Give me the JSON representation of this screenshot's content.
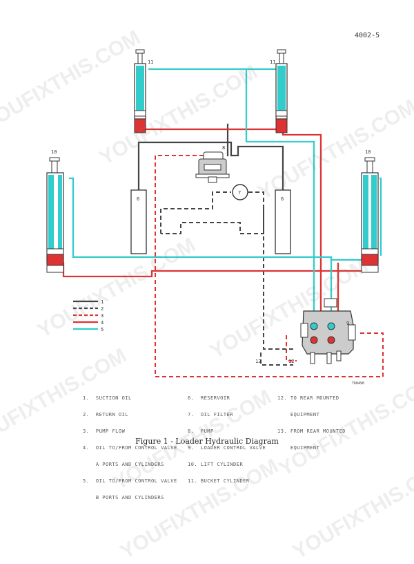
{
  "page_number": "4002-5",
  "caption": "Figure 1 - Loader Hydraulic Diagram",
  "drawing_number": "T60490",
  "colors": {
    "suction": "#444444",
    "return": "#444444",
    "pump": "#dd3333",
    "control_a": "#dd3333",
    "control_b": "#33cccc",
    "body": "#cccccc"
  },
  "legend_key": [
    "1",
    "2",
    "3",
    "4",
    "5"
  ],
  "legend_columns": [
    [
      {
        "num": "1.",
        "text": "SUCTION OIL"
      },
      {
        "num": "2.",
        "text": "RETURN OIL"
      },
      {
        "num": "3.",
        "text": "PUMP FLOW"
      },
      {
        "num": "4.",
        "text": "OIL TO/FROM CONTROL VALVE"
      },
      {
        "num": "",
        "text": "A PORTS AND CYLINDERS"
      },
      {
        "num": "5.",
        "text": "OIL TO/FROM CONTROL VALVE"
      },
      {
        "num": "",
        "text": "B PORTS AND CYLINDERS"
      }
    ],
    [
      {
        "num": "6.",
        "text": "RESERVOIR"
      },
      {
        "num": "7.",
        "text": "OIL FILTER"
      },
      {
        "num": "8.",
        "text": "PUMP"
      },
      {
        "num": "9.",
        "text": "LOADER CONTROL VALVE"
      },
      {
        "num": "10.",
        "text": "LIFT CYLINDER"
      },
      {
        "num": "11.",
        "text": "BUCKET CYLINDER"
      }
    ],
    [
      {
        "num": "12.",
        "text": "TO REAR MOUNTED"
      },
      {
        "num": "",
        "text": "EQUIPMENT"
      },
      {
        "num": "13.",
        "text": "FROM REAR MOUNTED"
      },
      {
        "num": "",
        "text": "EQUIPMENT"
      }
    ]
  ],
  "callouts": {
    "bucket_left": "11",
    "bucket_right": "11",
    "lift_left": "10",
    "lift_right": "10",
    "reservoir_left": "6",
    "reservoir_right": "6",
    "filter": "7",
    "pump": "8",
    "valve": "9",
    "rear_to": "12",
    "rear_from": "13"
  },
  "watermark": "YOUFIXTHIS.COM"
}
